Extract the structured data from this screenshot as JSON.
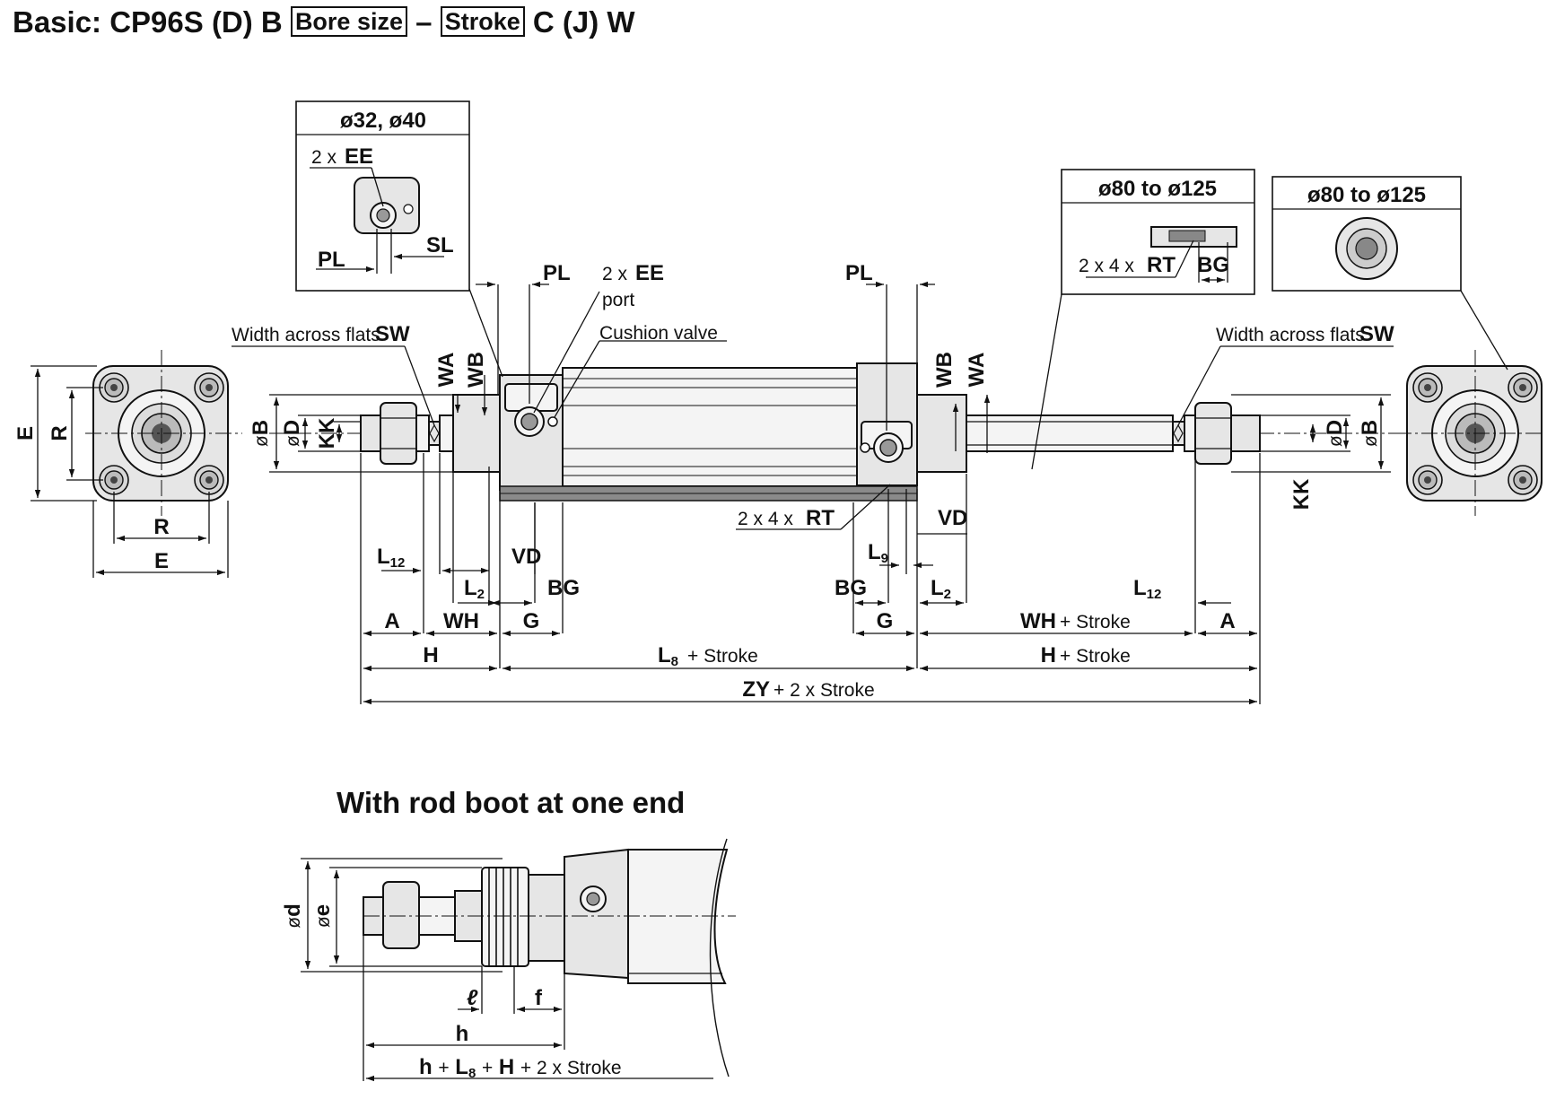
{
  "title": {
    "prefix": "Basic: CP96S (D) B",
    "box1": "Bore size",
    "dash": "–",
    "box2": "Stroke",
    "suffix": "C (J) W"
  },
  "subtitle": "With rod boot at one end",
  "insets": {
    "small_bore": "ø32, ø40",
    "large_bore_left": "ø80 to ø125",
    "large_bore_right": "ø80 to ø125"
  },
  "labels": {
    "E": "E",
    "R": "R",
    "B": "B",
    "D": "D",
    "KK": "KK",
    "SW_text": "Width across flats",
    "SW": "SW",
    "WA": "WA",
    "WB": "WB",
    "PL": "PL",
    "SL": "SL",
    "EE_prefix": "2 x",
    "EE": "EE",
    "port": "port",
    "cushion_valve": "Cushion valve",
    "RT_prefix": "2 x 4 x",
    "RT": "RT",
    "BG": "BG",
    "VD": "VD",
    "L": "L",
    "sub9": "9",
    "sub12": "12",
    "sub2": "2",
    "sub8": "8",
    "A": "A",
    "WH": "WH",
    "G": "G",
    "H": "H",
    "plus_stroke": "+ Stroke",
    "ZY": "ZY",
    "two_x_stroke": "+ 2 x Stroke",
    "d": "d",
    "e": "e",
    "l": "ℓ",
    "f": "f",
    "h": "h",
    "boot_total_h": "h",
    "boot_total_plus1": "+",
    "boot_total_plus2": "+",
    "boot_total_H": "H",
    "boot_total_tail": "+ 2 x Stroke",
    "dia": "ø"
  }
}
